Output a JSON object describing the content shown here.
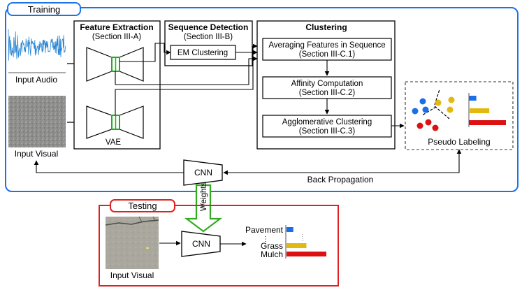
{
  "training": {
    "label": "Training",
    "input_audio": "Input Audio",
    "input_visual": "Input Visual",
    "feature_extraction": {
      "title": "Feature Extraction",
      "section": "(Section III-A)",
      "vae": "VAE"
    },
    "sequence_detection": {
      "title": "Sequence Detection",
      "section": "(Section III-B)",
      "em": "EM Clustering"
    },
    "clustering": {
      "title": "Clustering",
      "step1": {
        "title": "Averaging Features in Sequence",
        "section": "(Section III-C.1)"
      },
      "step2": {
        "title": "Affinity Computation",
        "section": "(Section III-C.2)"
      },
      "step3": {
        "title": "Agglomerative Clustering",
        "section": "(Section III-C.3)"
      }
    },
    "pseudo_labeling": "Pseudo Labeling",
    "cnn": "CNN",
    "back_propagation": "Back Propagation"
  },
  "weights": "Weights",
  "testing": {
    "label": "Testing",
    "input_visual": "Input Visual",
    "cnn": "CNN",
    "classes": [
      {
        "name": "Pavement",
        "value": 0.17,
        "color": "#1a6fe8"
      },
      {
        "name": "Grass",
        "value": 0.5,
        "color": "#e2b90e"
      },
      {
        "name": "Mulch",
        "value": 1.0,
        "color": "#dd1111"
      }
    ]
  },
  "colors": {
    "training_frame": "#1a73e8",
    "testing_frame": "#e02020",
    "weights_arrow": "#33aa22",
    "vae_bottleneck": "#22aa22",
    "audio_wave": "#2a86d4"
  },
  "pseudo_bars": [
    {
      "value": 0.2,
      "color": "#1a6fe8"
    },
    {
      "value": 0.55,
      "color": "#e2b90e"
    },
    {
      "value": 1.0,
      "color": "#dd1111"
    }
  ]
}
